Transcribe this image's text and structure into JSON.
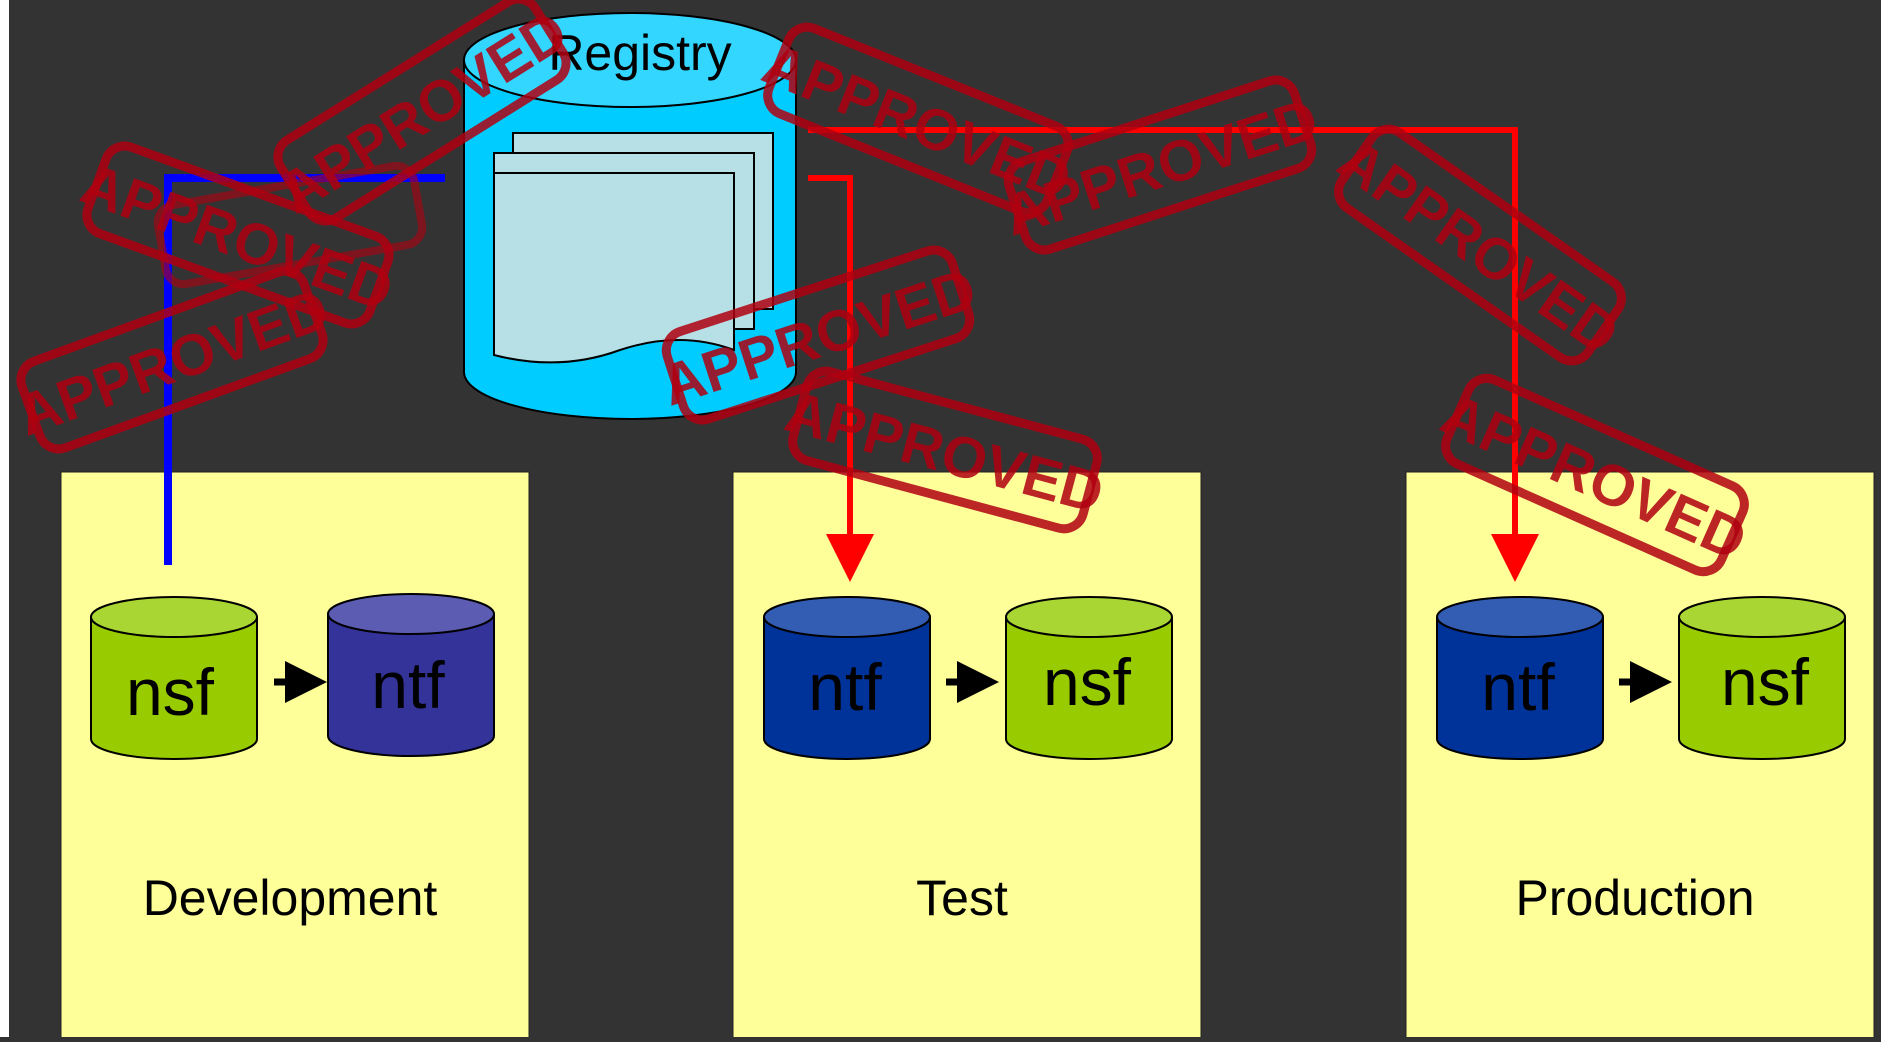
{
  "diagram": {
    "registry": {
      "label": "Registry"
    },
    "environments": [
      {
        "label": "Development",
        "source": "nsf",
        "target": "ntf"
      },
      {
        "label": "Test",
        "source": "ntf",
        "target": "nsf"
      },
      {
        "label": "Production",
        "source": "ntf",
        "target": "nsf"
      }
    ],
    "stamp_text": "APPROVED",
    "stamp_count": 10
  },
  "colors": {
    "background": "#333333",
    "panel": "#ffff99",
    "registry_cylinder": "#00ccff",
    "document": "#b7e0e6",
    "nsf_cylinder": "#99cc00",
    "ntf_cylinder_dev": "#333399",
    "ntf_cylinder": "#003399",
    "blue_connector": "#0000ff",
    "red_connector": "#ff0000",
    "stamp": "#b00010"
  }
}
